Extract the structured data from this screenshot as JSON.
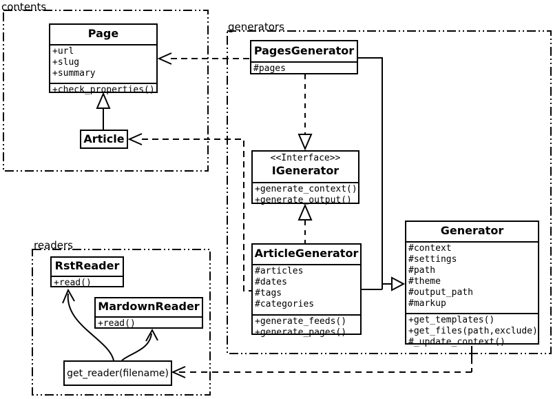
{
  "diagram": {
    "title": "UML class diagram (static site generator)",
    "colors": {
      "line": "#000000",
      "background": "#ffffff"
    },
    "packages": {
      "contents": {
        "label": "contents"
      },
      "generators": {
        "label": "generators"
      },
      "readers": {
        "label": "readers"
      }
    },
    "classes": {
      "page": {
        "name": "Page",
        "attrs": [
          "+url",
          "+slug",
          "+summary"
        ],
        "methods": [
          "+check_properties()"
        ]
      },
      "article": {
        "name": "Article"
      },
      "pages_generator": {
        "name": "PagesGenerator",
        "attrs": [
          "#pages"
        ]
      },
      "igenerator": {
        "stereotype": "<<Interface>>",
        "name": "IGenerator",
        "methods": [
          "+generate_context()",
          "+generate_output()"
        ]
      },
      "article_generator": {
        "name": "ArticleGenerator",
        "attrs": [
          "#articles",
          "#dates",
          "#tags",
          "#categories"
        ],
        "methods": [
          "+generate_feeds()",
          "+generate_pages()"
        ]
      },
      "generator": {
        "name": "Generator",
        "attrs": [
          "#context",
          "#settings",
          "#path",
          "#theme",
          "#output_path",
          "#markup"
        ],
        "methods": [
          "+get_templates()",
          "+get_files(path,exclude)",
          "#_update_context()"
        ]
      },
      "rst_reader": {
        "name": "RstReader",
        "methods": [
          "+read()"
        ]
      },
      "mardown_reader": {
        "name": "MardownReader",
        "methods": [
          "+read()"
        ]
      },
      "get_reader": {
        "name": "get_reader(filename)"
      }
    },
    "relations": [
      {
        "from": "Article",
        "to": "Page",
        "type": "inheritance"
      },
      {
        "from": "PagesGenerator",
        "to": "Page",
        "type": "dependency"
      },
      {
        "from": "ArticleGenerator",
        "to": "Article",
        "type": "dependency"
      },
      {
        "from": "PagesGenerator",
        "to": "IGenerator",
        "type": "realization"
      },
      {
        "from": "ArticleGenerator",
        "to": "IGenerator",
        "type": "realization"
      },
      {
        "from": "PagesGenerator",
        "to": "Generator",
        "type": "inheritance"
      },
      {
        "from": "ArticleGenerator",
        "to": "Generator",
        "type": "inheritance"
      },
      {
        "from": "Generator",
        "to": "get_reader(filename)",
        "type": "dependency"
      },
      {
        "from": "get_reader(filename)",
        "to": "RstReader",
        "type": "arrow"
      },
      {
        "from": "get_reader(filename)",
        "to": "MardownReader",
        "type": "arrow"
      }
    ]
  }
}
